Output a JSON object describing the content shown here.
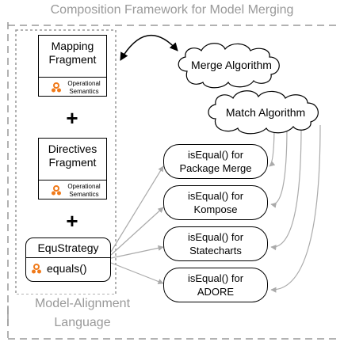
{
  "title": "Composition Framework for Model Merging",
  "mapping_fragment": {
    "title_line1": "Mapping",
    "title_line2": "Fragment",
    "semantics_line1": "Operational",
    "semantics_line2": "Semantics"
  },
  "directives_fragment": {
    "title_line1": "Directives",
    "title_line2": "Fragment",
    "semantics_line1": "Operational",
    "semantics_line2": "Semantics"
  },
  "plus_symbol": "+",
  "equ_strategy": {
    "title": "EquStrategy",
    "method": "equals()"
  },
  "merge_algorithm": "Merge Algorithm",
  "match_algorithm": "Match Algorithm",
  "is_equal": [
    {
      "line1": "isEqual() for",
      "line2": "Package Merge"
    },
    {
      "line1": "isEqual() for",
      "line2": "Kompose"
    },
    {
      "line1": "isEqual() for",
      "line2": "Statecharts"
    },
    {
      "line1": "isEqual() for",
      "line2": "ADORE"
    }
  ],
  "language_label_line1": "Model-Alignment",
  "language_label_line2": "Language",
  "colors": {
    "frame": "#999999",
    "arrow_gray": "#aaaaaa",
    "icon_orange": "#f07a1a"
  },
  "icons": {
    "semantics": "gear-cluster-icon"
  }
}
